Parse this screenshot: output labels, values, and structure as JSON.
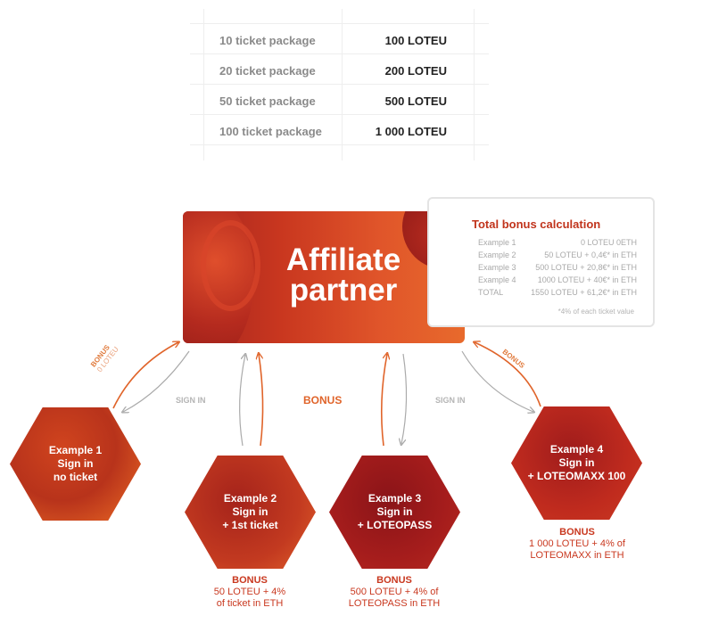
{
  "packages": [
    {
      "label": "10 ticket package",
      "value": "100 LOTEU"
    },
    {
      "label": "20 ticket package",
      "value": "200 LOTEU"
    },
    {
      "label": "50 ticket package",
      "value": "500 LOTEU"
    },
    {
      "label": "100 ticket package",
      "value": "1 000 LOTEU"
    }
  ],
  "affiliate": {
    "line1": "Affiliate",
    "line2": "partner"
  },
  "calc": {
    "title": "Total bonus calculation",
    "rows": [
      {
        "label": "Example 1",
        "value": "0 LOTEU 0ETH"
      },
      {
        "label": "Example 2",
        "value": "50 LOTEU + 0,4€* in ETH"
      },
      {
        "label": "Example 3",
        "value": "500 LOTEU + 20,8€* in ETH"
      },
      {
        "label": "Example 4",
        "value": "1000 LOTEU + 40€* in ETH"
      },
      {
        "label": "TOTAL",
        "value": "1550 LOTEU + 61,2€* in ETH"
      }
    ],
    "note": "*4% of each ticket value"
  },
  "examples": [
    {
      "title": "Example 1",
      "line2": "Sign in",
      "line3": "no ticket"
    },
    {
      "title": "Example 2",
      "line2": "Sign in",
      "line3": "+ 1st ticket"
    },
    {
      "title": "Example 3",
      "line2": "Sign in",
      "line3": "+ LOTEOPASS"
    },
    {
      "title": "Example 4",
      "line2": "Sign in",
      "line3": "+ LOTEOMAXX 100"
    }
  ],
  "bonuses": [
    {
      "head": "BONUS",
      "line1": "50 LOTEU + 4%",
      "line2": "of ticket in ETH"
    },
    {
      "head": "BONUS",
      "line1": "500 LOTEU + 4% of",
      "line2": "LOTEOPASS in ETH"
    },
    {
      "head": "BONUS",
      "line1": "1 000 LOTEU + 4% of",
      "line2": "LOTEOMAXX in ETH"
    }
  ],
  "labels": {
    "sign_in_left": "SIGN IN",
    "sign_in_right": "SIGN IN",
    "bonus_center": "BONUS",
    "bonus_left": "BONUS",
    "bonus_left_sub": "0 LOTEU",
    "bonus_right": "BONUS"
  },
  "colors": {
    "accent": "#c9381f",
    "orange": "#e0642a",
    "grey": "#b5b5b5"
  }
}
